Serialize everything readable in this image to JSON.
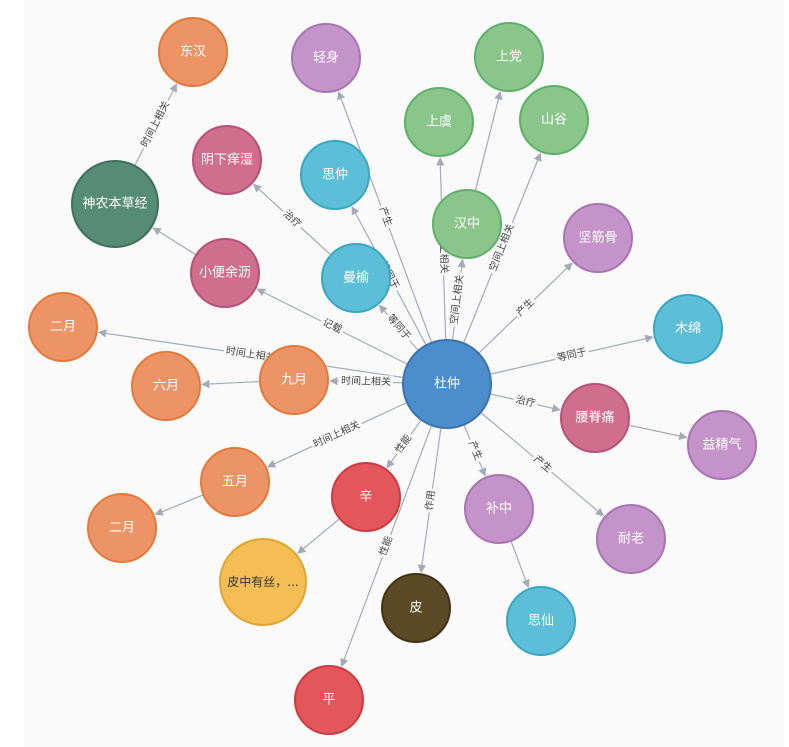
{
  "nodes": [
    {
      "id": "duzhong",
      "label": "杜仲",
      "fill": "#4c8ecb",
      "stroke": "#3a74b0"
    },
    {
      "id": "donghan",
      "label": "东汉",
      "fill": "#ec9466",
      "stroke": "#e27a3a"
    },
    {
      "id": "shennong",
      "label": "神农本草经",
      "fill": "#568c75",
      "stroke": "#3f6f5b"
    },
    {
      "id": "qingshen",
      "label": "轻身",
      "fill": "#c493c9",
      "stroke": "#a874b3"
    },
    {
      "id": "shangdang",
      "label": "上党",
      "fill": "#8ac58a",
      "stroke": "#5fb06a"
    },
    {
      "id": "shangyu",
      "label": "上虞",
      "fill": "#8ac58a",
      "stroke": "#5fb06a"
    },
    {
      "id": "shangu",
      "label": "山谷",
      "fill": "#8ac58a",
      "stroke": "#5fb06a"
    },
    {
      "id": "yinxia",
      "label": "阴下痒湿",
      "fill": "#d06e8e",
      "stroke": "#b8517a"
    },
    {
      "id": "sizhong",
      "label": "思仲",
      "fill": "#5dbfd7",
      "stroke": "#3aa6c4"
    },
    {
      "id": "hanzhong",
      "label": "汉中",
      "fill": "#8ac58a",
      "stroke": "#5fb06a"
    },
    {
      "id": "jianjingu",
      "label": "坚筋骨",
      "fill": "#c493c9",
      "stroke": "#a874b3"
    },
    {
      "id": "xiaobian",
      "label": "小便余沥",
      "fill": "#d06e8e",
      "stroke": "#b8517a"
    },
    {
      "id": "manshu",
      "label": "曼榆",
      "fill": "#5dbfd7",
      "stroke": "#3aa6c4"
    },
    {
      "id": "eryue1",
      "label": "二月",
      "fill": "#ec9466",
      "stroke": "#e27a3a"
    },
    {
      "id": "mianmian",
      "label": "木绵",
      "fill": "#5dbfd7",
      "stroke": "#3aa6c4"
    },
    {
      "id": "jiuyue",
      "label": "九月",
      "fill": "#ec9466",
      "stroke": "#e27a3a"
    },
    {
      "id": "liuyue",
      "label": "六月",
      "fill": "#ec9466",
      "stroke": "#e27a3a"
    },
    {
      "id": "yaojitong",
      "label": "腰脊痛",
      "fill": "#d06e8e",
      "stroke": "#b8517a"
    },
    {
      "id": "yijingqi",
      "label": "益精气",
      "fill": "#c493c9",
      "stroke": "#a874b3"
    },
    {
      "id": "wuyue",
      "label": "五月",
      "fill": "#ec9466",
      "stroke": "#e27a3a"
    },
    {
      "id": "xin",
      "label": "辛",
      "fill": "#e3565b",
      "stroke": "#cc3b42"
    },
    {
      "id": "buzhong",
      "label": "补中",
      "fill": "#c493c9",
      "stroke": "#a874b3"
    },
    {
      "id": "nailao",
      "label": "耐老",
      "fill": "#c493c9",
      "stroke": "#a874b3"
    },
    {
      "id": "eryue2",
      "label": "二月",
      "fill": "#ec9466",
      "stroke": "#e27a3a"
    },
    {
      "id": "pizhong",
      "label": "皮中有丝，...",
      "fill": "#f4be55",
      "stroke": "#e2a532"
    },
    {
      "id": "pi",
      "label": "皮",
      "fill": "#5c4a26",
      "stroke": "#3f3216"
    },
    {
      "id": "sixian",
      "label": "思仙",
      "fill": "#5dbfd7",
      "stroke": "#3aa6c4"
    },
    {
      "id": "ping",
      "label": "平",
      "fill": "#e3565b",
      "stroke": "#cc3b42"
    }
  ],
  "edges": [
    {
      "source": "shennong",
      "target": "donghan",
      "label": "时间上相关"
    },
    {
      "source": "xiaobian",
      "target": "shennong",
      "label": ""
    },
    {
      "source": "duzhong",
      "target": "xiaobian",
      "label": "记载"
    },
    {
      "source": "manshu",
      "target": "yinxia",
      "label": "治疗"
    },
    {
      "source": "duzhong",
      "target": "qingshen",
      "label": "产生"
    },
    {
      "source": "duzhong",
      "target": "sizhong",
      "label": "等同于"
    },
    {
      "source": "duzhong",
      "target": "manshu",
      "label": "等同于"
    },
    {
      "source": "duzhong",
      "target": "shangyu",
      "label": "空间上相关"
    },
    {
      "source": "duzhong",
      "target": "hanzhong",
      "label": "空间上相关"
    },
    {
      "source": "hanzhong",
      "target": "shangdang",
      "label": ""
    },
    {
      "source": "duzhong",
      "target": "shangu",
      "label": "空间上相关"
    },
    {
      "source": "duzhong",
      "target": "jianjingu",
      "label": "产生"
    },
    {
      "source": "duzhong",
      "target": "mianmian",
      "label": "等同于"
    },
    {
      "source": "duzhong",
      "target": "eryue1",
      "label": "时间上相关"
    },
    {
      "source": "duzhong",
      "target": "jiuyue",
      "label": "时间上相关"
    },
    {
      "source": "jiuyue",
      "target": "liuyue",
      "label": ""
    },
    {
      "source": "duzhong",
      "target": "yaojitong",
      "label": "治疗"
    },
    {
      "source": "yaojitong",
      "target": "yijingqi",
      "label": ""
    },
    {
      "source": "duzhong",
      "target": "wuyue",
      "label": "时间上相关"
    },
    {
      "source": "wuyue",
      "target": "eryue2",
      "label": ""
    },
    {
      "source": "duzhong",
      "target": "xin",
      "label": "性能"
    },
    {
      "source": "xin",
      "target": "pizhong",
      "label": ""
    },
    {
      "source": "duzhong",
      "target": "pi",
      "label": "作用"
    },
    {
      "source": "duzhong",
      "target": "ping",
      "label": "性能"
    },
    {
      "source": "duzhong",
      "target": "buzhong",
      "label": "产生"
    },
    {
      "source": "buzhong",
      "target": "sixian",
      "label": ""
    },
    {
      "source": "duzhong",
      "target": "nailao",
      "label": "产生"
    }
  ]
}
